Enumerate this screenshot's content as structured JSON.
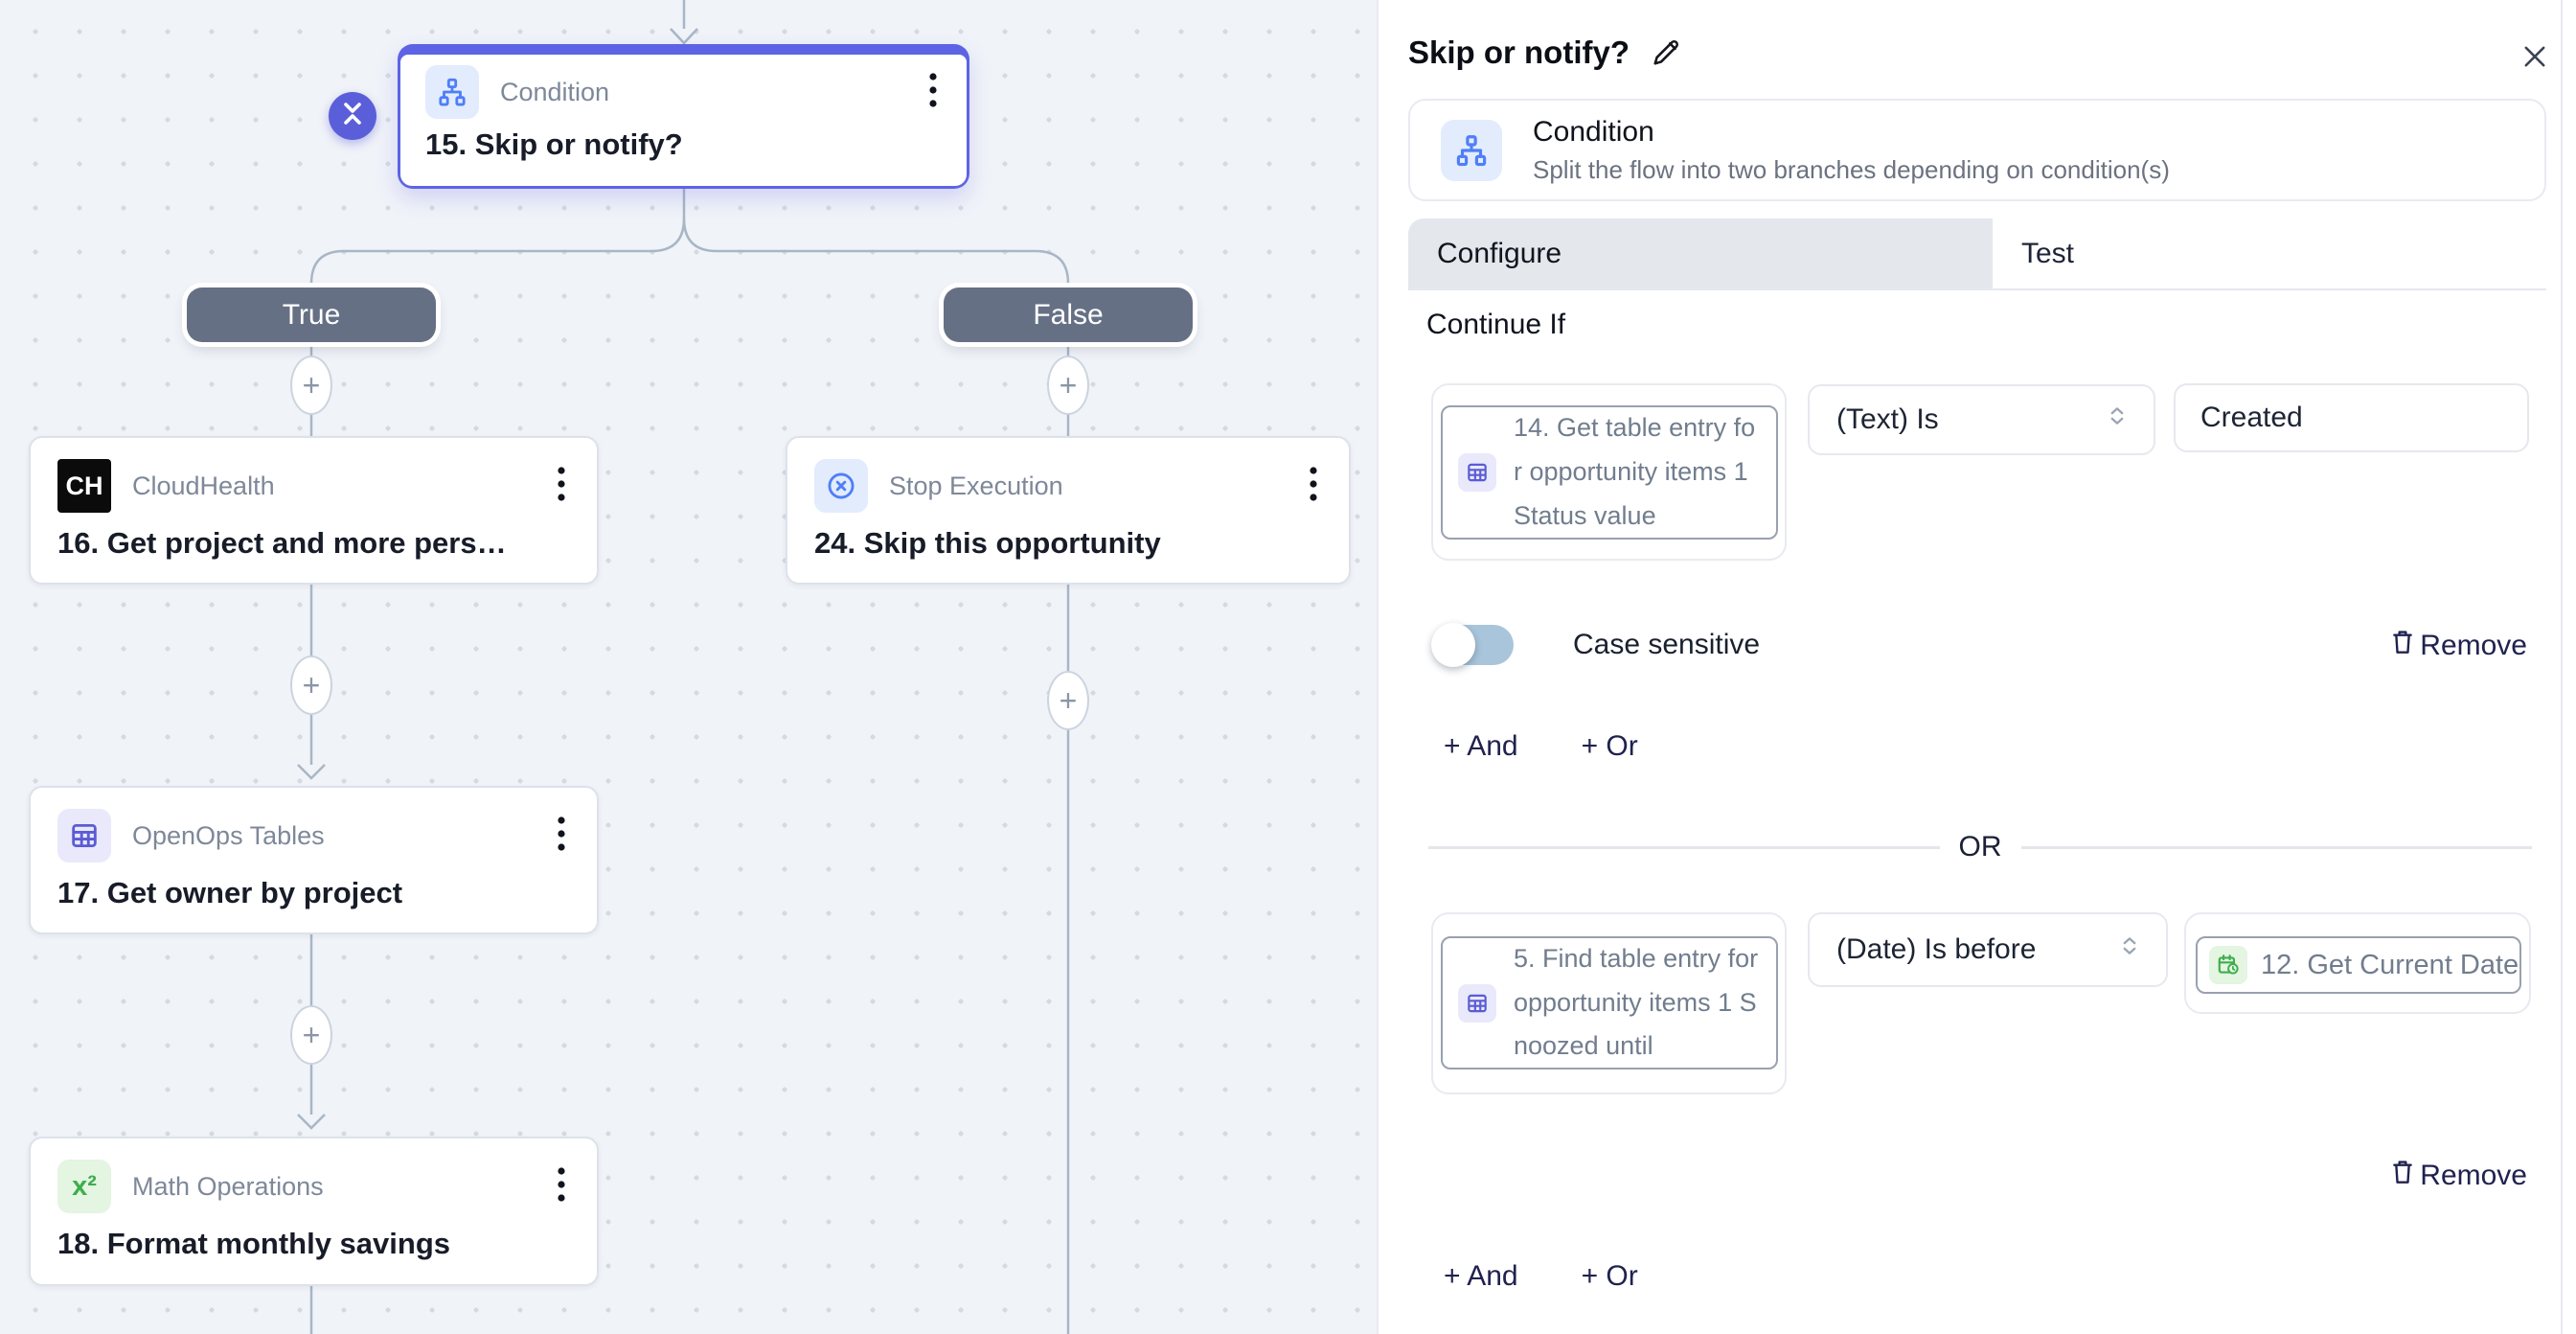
{
  "canvas": {
    "branches": {
      "true_label": "True",
      "false_label": "False"
    },
    "nodes": [
      {
        "app": "Condition",
        "name": "15. Skip or notify?"
      },
      {
        "app": "CloudHealth",
        "name": "16. Get project and more pers…",
        "monogram": "CH"
      },
      {
        "app": "OpenOps Tables",
        "name": "17. Get owner by project"
      },
      {
        "app": "Math Operations",
        "name": "18. Format monthly savings",
        "icon_text": "x²"
      },
      {
        "app": "Stop Execution",
        "name": "24. Skip this opportunity"
      }
    ]
  },
  "panel": {
    "title": "Skip or notify?",
    "block": {
      "title": "Condition",
      "description": "Split the flow into two branches depending on condition(s)"
    },
    "tabs": {
      "configure": "Configure",
      "test": "Test"
    },
    "section_heading": "Continue If",
    "group1": {
      "field": "14. Get table entry for opportunity items 1 Status value",
      "operator": "(Text) Is",
      "value": "Created",
      "case_sensitive_label": "Case sensitive",
      "remove_label": "Remove",
      "and_label": "+ And",
      "or_label": "+ Or"
    },
    "divider_label": "OR",
    "group2": {
      "field": "5. Find table entry for opportunity items 1 Snoozed until",
      "operator": "(Date) Is before",
      "value": "12. Get Current Date",
      "remove_label": "Remove",
      "and_label": "+ And",
      "or_label": "+ Or"
    },
    "colors": {
      "accent_indigo": "#5e63e5",
      "branch_pill": "#667085",
      "edge": "#a9b6c6",
      "link_navy": "#20224f",
      "toggle_off": "#a9c5db",
      "icon_blue": "#4f7ef8",
      "icon_indigo": "#5b5bd6",
      "icon_green": "#3fae4c"
    }
  }
}
